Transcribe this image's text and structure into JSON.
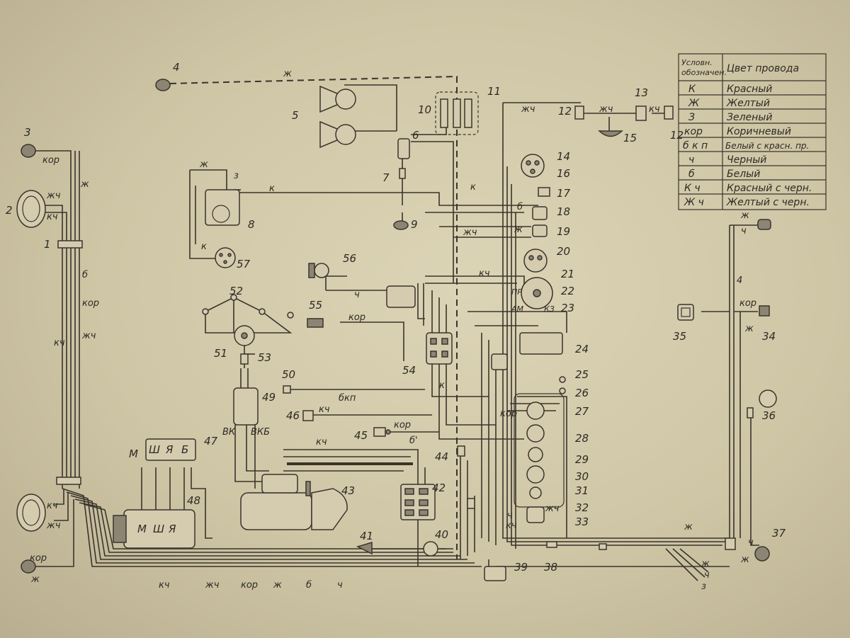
{
  "legend": {
    "header_code": "Условн. обозначен.",
    "header_code_line1": "Условн.",
    "header_code_line2": "обозначен.",
    "header_color": "Цвет провода",
    "rows": [
      {
        "code": "К",
        "color": "Красный"
      },
      {
        "code": "Ж",
        "color": "Желтый"
      },
      {
        "code": "З",
        "color": "Зеленый"
      },
      {
        "code": "кор",
        "color": "Коричневый"
      },
      {
        "code": "б к п",
        "color": "Белый с красн. пр."
      },
      {
        "code": "ч",
        "color": "Черный"
      },
      {
        "code": "б",
        "color": "Белый"
      },
      {
        "code": "К ч",
        "color": "Красный с черн."
      },
      {
        "code": "Ж ч",
        "color": "Желтый с черн."
      }
    ]
  },
  "component_numbers": [
    "1",
    "2",
    "3",
    "4",
    "5",
    "6",
    "7",
    "8",
    "9",
    "10",
    "11",
    "12",
    "12",
    "13",
    "14",
    "15",
    "16",
    "17",
    "18",
    "19",
    "20",
    "21",
    "22",
    "23",
    "24",
    "25",
    "26",
    "27",
    "28",
    "29",
    "30",
    "31",
    "32",
    "33",
    "34",
    "35",
    "36",
    "37",
    "38",
    "39",
    "40",
    "41",
    "42",
    "43",
    "44",
    "45",
    "46",
    "47",
    "48",
    "49",
    "50",
    "51",
    "52",
    "53",
    "54",
    "55",
    "56",
    "57"
  ],
  "generator_terminals": [
    "М",
    "Ш",
    "Я",
    "Б"
  ],
  "generator_terminals_lower": [
    "М",
    "Ш",
    "Я"
  ],
  "switch_labels": [
    "ВК",
    "ВКБ"
  ],
  "gauge_labels": [
    "ПР",
    "АМ",
    "КЗ"
  ],
  "wire_labels": {
    "top_dashed": "ж",
    "left_bundle": [
      "кор",
      "ж",
      "жч",
      "кч",
      "кч",
      "жч",
      "кор",
      "б"
    ],
    "bottom_bundle": [
      "кч",
      "жч",
      "кор",
      "ж",
      "б",
      "ч"
    ],
    "right_bundle": [
      "ж",
      "ч",
      "з"
    ],
    "misc": [
      "ж",
      "з",
      "к",
      "ж",
      "ж",
      "к",
      "к",
      "к",
      "жч",
      "б",
      "жч",
      "ж",
      "кч",
      "кор",
      "ч",
      "к",
      "з",
      "ч",
      "кор",
      "б",
      "бкп",
      "кч",
      "кор",
      "б'",
      "кч",
      "жч",
      "жч",
      "ч",
      "ж",
      "к",
      "ч",
      "кор",
      "з",
      "жч",
      "ж",
      "кор",
      "ч",
      "ж",
      "кч",
      "жч",
      "жч",
      "кор",
      "ж",
      "жч",
      "жч",
      "ч",
      "б",
      "4",
      "з",
      "4",
      "кор",
      "ж",
      "ч",
      "ж"
    ]
  }
}
